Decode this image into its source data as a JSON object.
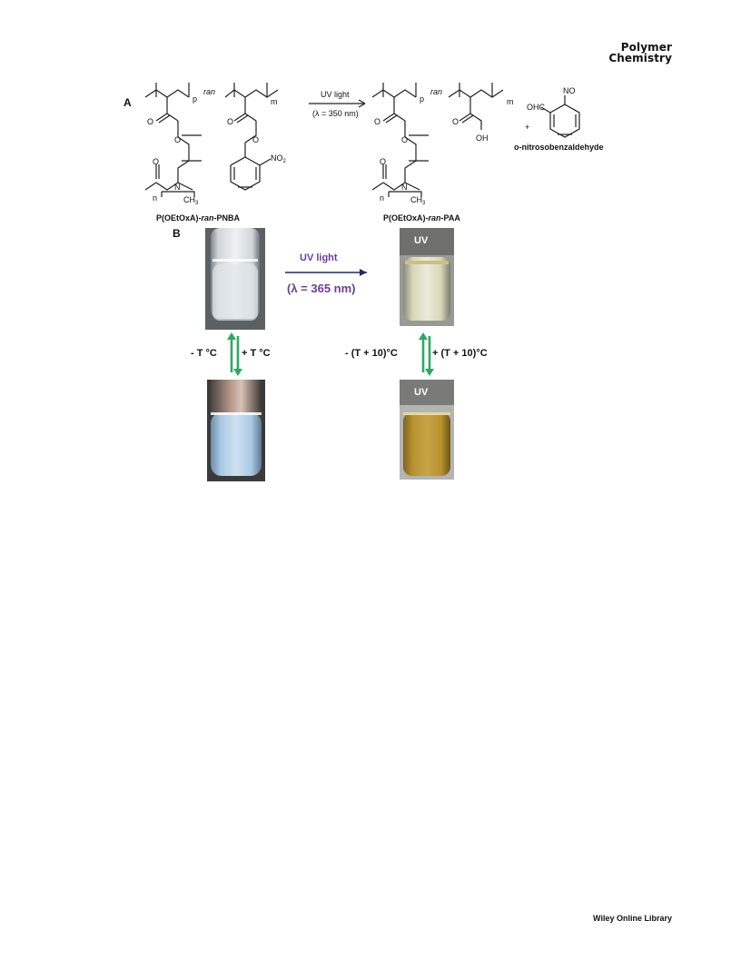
{
  "header": {
    "journal_line1": "Polymer",
    "journal_line2": "Chemistry"
  },
  "footer": {
    "publisher": "Wiley Online Library"
  },
  "scheme_a": {
    "panel_label": "A",
    "ran": "ran",
    "p": "p",
    "m": "m",
    "no2": "NO",
    "no2_sub": "2",
    "ch3": "CH",
    "ch3_sub": "3",
    "n_atom": "N",
    "n_sub": "n",
    "o": "O",
    "oh": "OH",
    "arrow_label": "UV light",
    "arrow_wavelength": "(λ = 350 nm)",
    "plus": "+",
    "ohc": "OHC",
    "no": "NO",
    "product2_name": "o-nitrosobenzaldehyde",
    "reactant_name_a": "P(OEtOxA)-",
    "reactant_name_b": "ran",
    "reactant_name_c": "-PNBA",
    "product_name_a": "P(OEtOxA)-",
    "product_name_b": "ran",
    "product_name_c": "-PAA"
  },
  "scheme_b": {
    "panel_label": "B",
    "arrow_label": "UV light",
    "arrow_wavelength": "(λ = 365 nm)",
    "left_minus": "- T °C",
    "left_plus": "+ T °C",
    "right_minus": "- (T  + 10)°C",
    "right_plus": "+ (T  + 10)°C",
    "tube_label_top_right": "UV",
    "tube_label_bottom_right": "UV"
  },
  "colors": {
    "uv_purple": "#6a3d9a",
    "arrow_navy": "#1f2d5a",
    "equilibrium_green": "#2fa865",
    "tube_clear": "#e8ecee",
    "tube_blue": "#a9c9e6",
    "tube_yellow_pale": "#d9d6b4",
    "tube_amber": "#b8922f"
  }
}
